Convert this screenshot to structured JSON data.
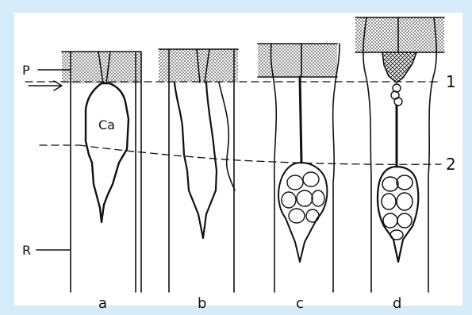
{
  "labels": {
    "P": "P",
    "R": "R",
    "Ca": "Ca",
    "level_1": "1",
    "level_2": "2",
    "panel_a": "a",
    "panel_b": "b",
    "panel_c": "c",
    "panel_d": "d"
  },
  "colors": {
    "background": "#d6ecfb",
    "frame": "#ffffff",
    "ink": "#111111",
    "stipple": "#555555"
  }
}
